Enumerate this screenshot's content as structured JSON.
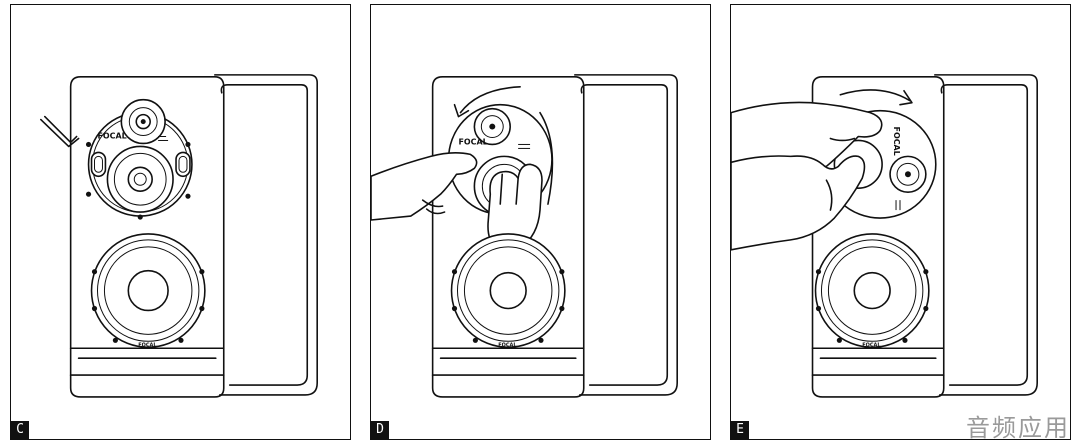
{
  "panels": [
    {
      "label": "C",
      "brand_top": "FOCAL",
      "brand_bottom": "FOCAL"
    },
    {
      "label": "D",
      "brand_top": "FOCAL",
      "brand_bottom": "FOCAL"
    },
    {
      "label": "E",
      "brand_top": "FOCAL",
      "brand_bottom": "FOCAL"
    }
  ],
  "watermark": "音频应用"
}
